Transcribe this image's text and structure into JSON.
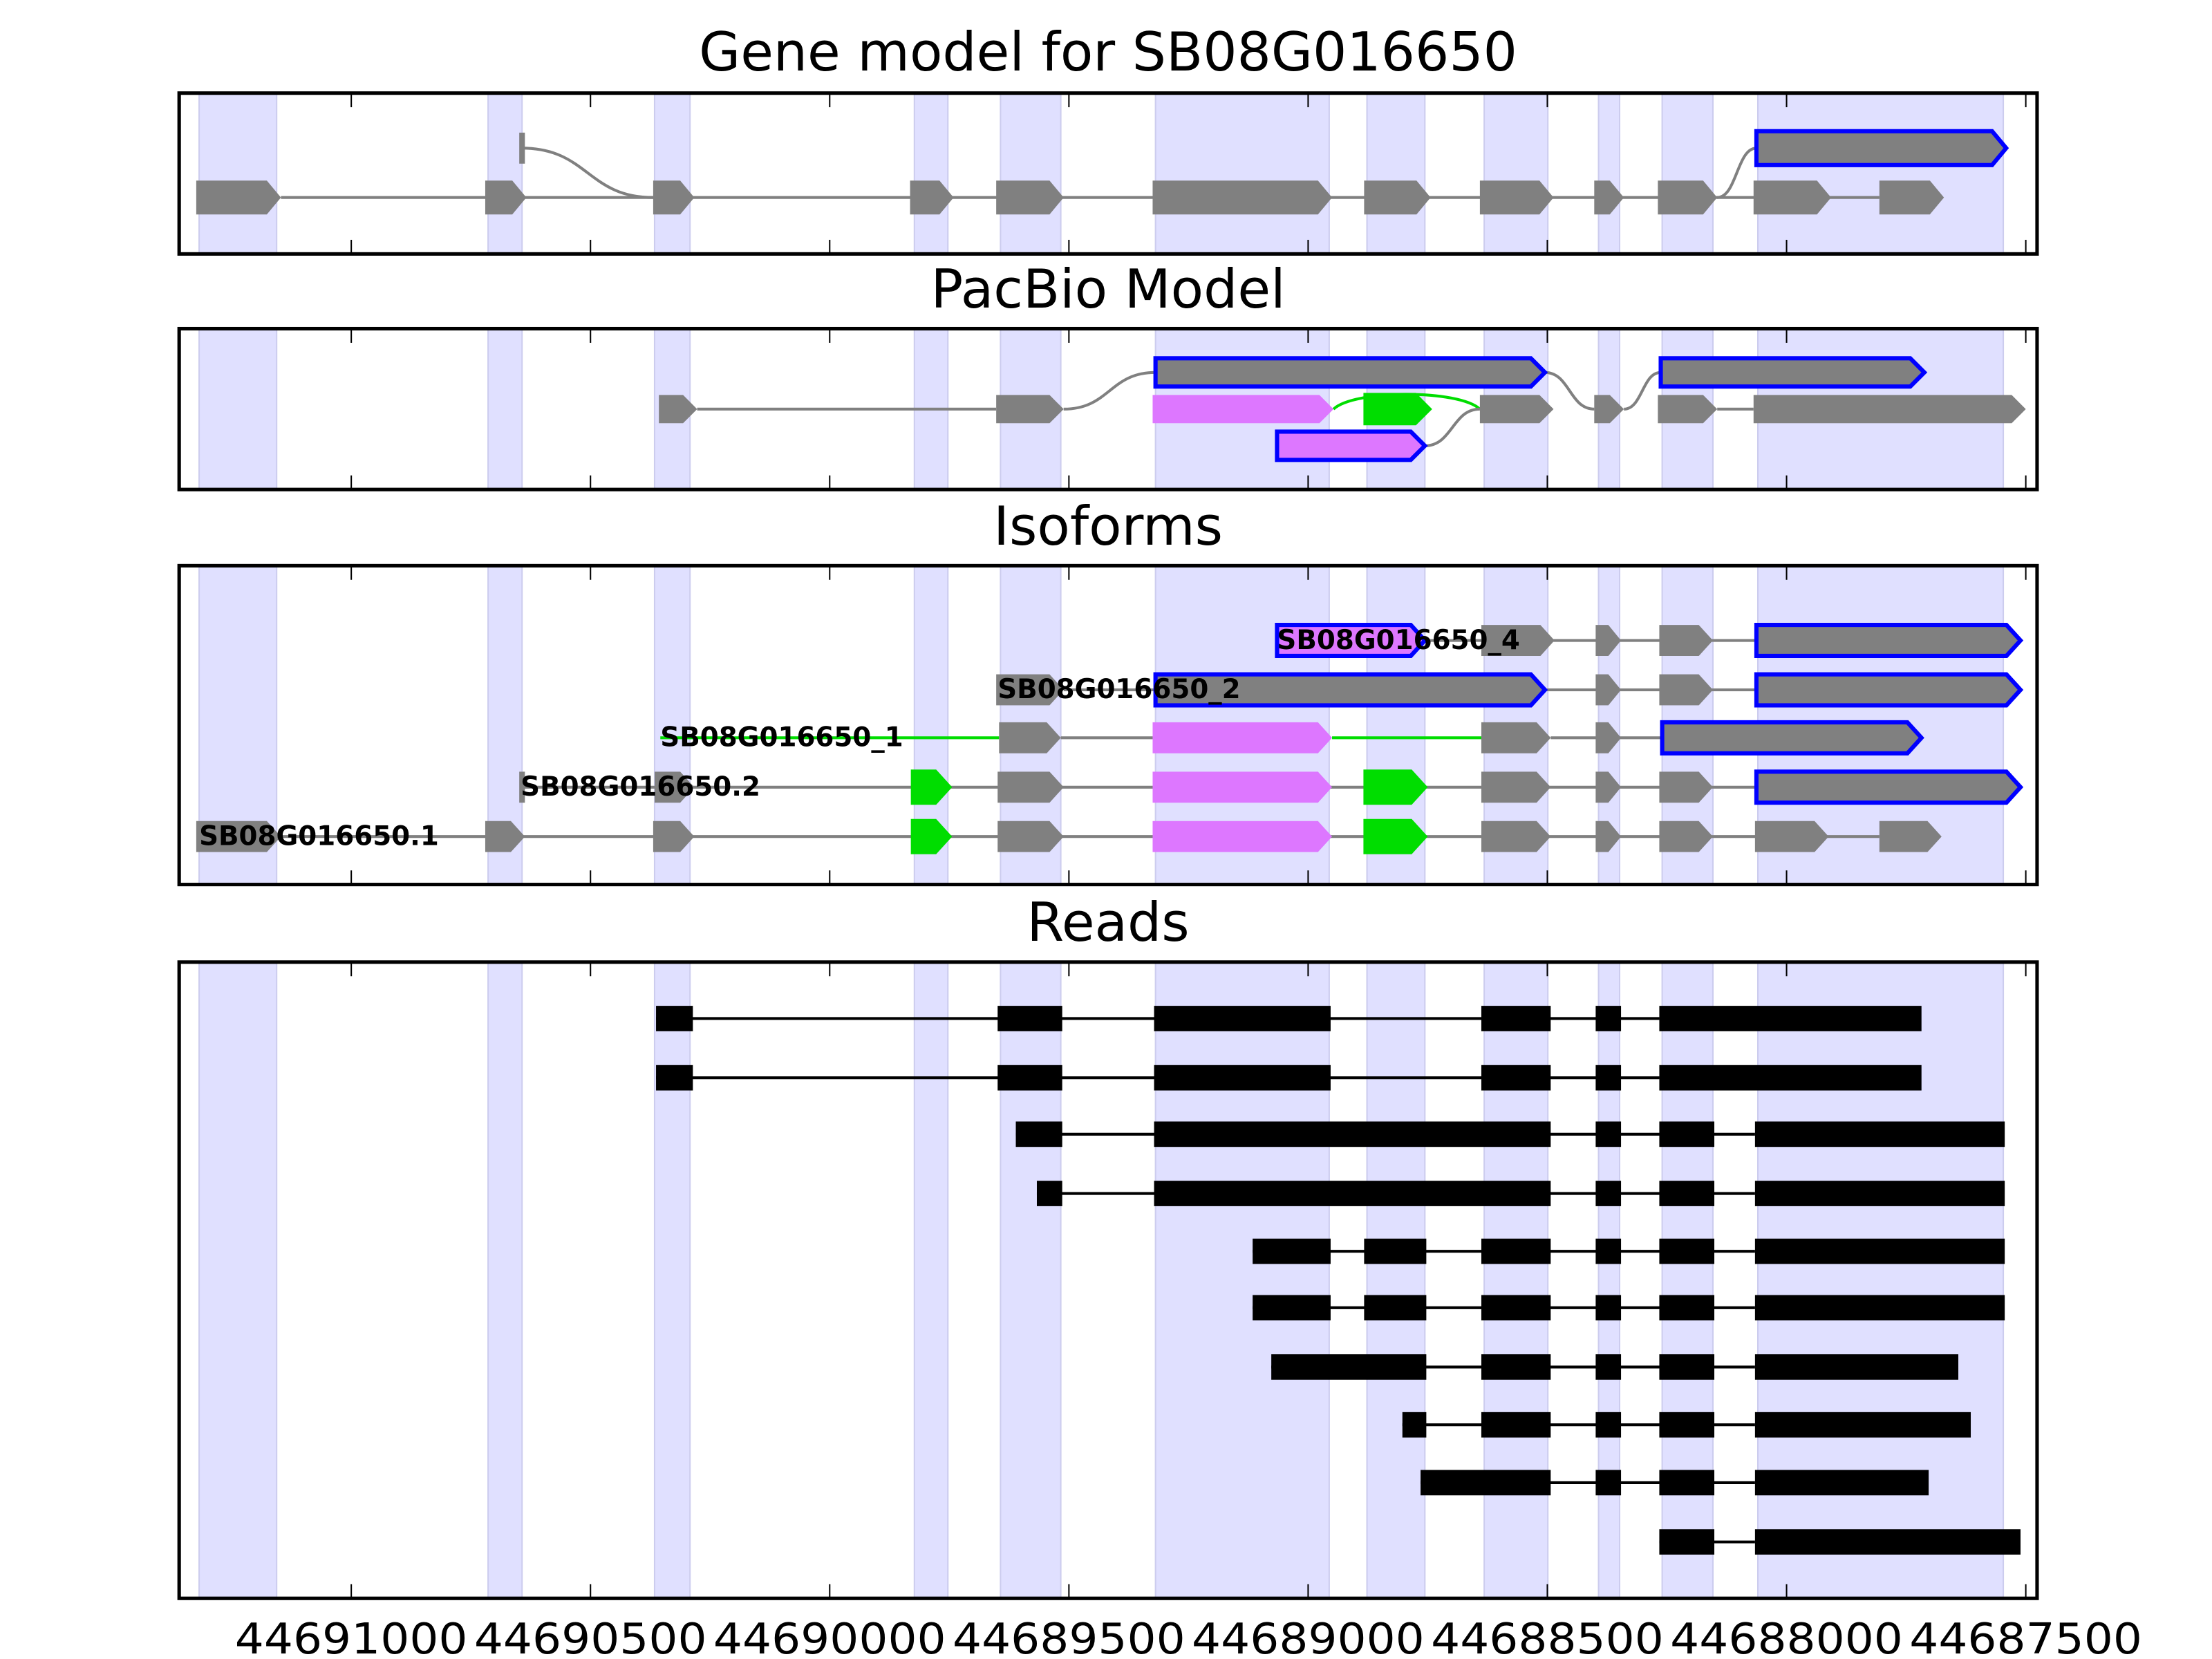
{
  "chart_data": {
    "type": "gene-track",
    "xlim": [
      44691360,
      44687460
    ],
    "x_ticks": [
      44691000,
      44690500,
      44690000,
      44689500,
      44689000,
      44688500,
      44688000,
      44687500
    ],
    "x_tick_labels": [
      "44691000",
      "44690500",
      "44690000",
      "44689500",
      "44689000",
      "44688500",
      "44688000",
      "44687500"
    ],
    "colors": {
      "shade": "#e0e0ff",
      "gray": "#808080",
      "blue": "#0000ff",
      "pink": "#dd77ff",
      "green": "#00dd00",
      "black": "#000000"
    },
    "shaded_regions": [
      [
        44691318,
        44691156
      ],
      [
        44690714,
        44690643
      ],
      [
        44690366,
        44690292
      ],
      [
        44689823,
        44689753
      ],
      [
        44689643,
        44689517
      ],
      [
        44689319,
        44688956
      ],
      [
        44688877,
        44688756
      ],
      [
        44688632,
        44688499
      ],
      [
        44688393,
        44688349
      ],
      [
        44688260,
        44688154
      ],
      [
        44688060,
        44687547
      ]
    ],
    "panels": [
      {
        "title": "Gene model for SB08G016650",
        "lanes": 2,
        "features": [
          {
            "lane": 1,
            "s": 44691324,
            "e": 44691147,
            "style": "gray"
          },
          {
            "lane": 1,
            "s": 44690720,
            "e": 44690634,
            "style": "gray"
          },
          {
            "lane": 1,
            "s": 44690369,
            "e": 44690283,
            "style": "gray"
          },
          {
            "lane": 1,
            "s": 44689832,
            "e": 44689741,
            "style": "gray"
          },
          {
            "lane": 1,
            "s": 44689652,
            "e": 44689511,
            "style": "gray"
          },
          {
            "lane": 1,
            "s": 44689325,
            "e": 44688950,
            "style": "gray"
          },
          {
            "lane": 1,
            "s": 44688883,
            "e": 44688744,
            "style": "gray"
          },
          {
            "lane": 1,
            "s": 44688641,
            "e": 44688487,
            "style": "gray"
          },
          {
            "lane": 1,
            "s": 44688402,
            "e": 44688340,
            "style": "gray"
          },
          {
            "lane": 1,
            "s": 44688269,
            "e": 44688145,
            "style": "gray"
          },
          {
            "lane": 1,
            "s": 44688069,
            "e": 44687907,
            "style": "gray"
          },
          {
            "lane": 1,
            "s": 44687806,
            "e": 44687671,
            "style": "gray"
          },
          {
            "lane": 0,
            "s": 44688063,
            "e": 44687541,
            "style": "blue"
          }
        ],
        "connectors": [
          {
            "l1": 1,
            "g1": 44691147,
            "l2": 1,
            "g2": 44687806,
            "color": "gray"
          },
          {
            "l1": 0,
            "g1": 44690643,
            "l2": 1,
            "g2": 44690369,
            "color": "gray"
          },
          {
            "l1": 1,
            "g1": 44688145,
            "l2": 0,
            "g2": 44688063,
            "color": "gray"
          }
        ],
        "ticks": [
          {
            "lane": 0,
            "g": 44690643
          }
        ],
        "labels": []
      },
      {
        "title": "PacBio Model",
        "lanes": 3,
        "features": [
          {
            "lane": 1,
            "s": 44690357,
            "e": 44690277,
            "style": "gray"
          },
          {
            "lane": 1,
            "s": 44689652,
            "e": 44689511,
            "style": "gray"
          },
          {
            "lane": 0,
            "s": 44689319,
            "e": 44688505,
            "style": "blue"
          },
          {
            "lane": 1,
            "s": 44689325,
            "e": 44688947,
            "style": "pink"
          },
          {
            "lane": 1,
            "s": 44688880,
            "e": 44688747,
            "style": "green"
          },
          {
            "lane": 1,
            "s": 44688641,
            "e": 44688487,
            "style": "gray"
          },
          {
            "lane": 1,
            "s": 44688402,
            "e": 44688340,
            "style": "gray"
          },
          {
            "lane": 0,
            "s": 44688263,
            "e": 44687712,
            "style": "blue"
          },
          {
            "lane": 1,
            "s": 44688269,
            "e": 44688145,
            "style": "gray"
          },
          {
            "lane": 1,
            "s": 44688069,
            "e": 44687500,
            "style": "gray"
          },
          {
            "lane": 2,
            "s": 44689065,
            "e": 44688756,
            "style": "pinkblue"
          }
        ],
        "connectors": [
          {
            "l1": 1,
            "g1": 44690277,
            "l2": 1,
            "g2": 44689652,
            "color": "gray"
          },
          {
            "l1": 1,
            "g1": 44689511,
            "l2": 0,
            "g2": 44689319,
            "color": "gray"
          },
          {
            "l1": 0,
            "g1": 44688505,
            "l2": 1,
            "g2": 44688402,
            "color": "gray"
          },
          {
            "l1": 1,
            "g1": 44688340,
            "l2": 0,
            "g2": 44688263,
            "color": "gray"
          },
          {
            "l1": 1,
            "g1": 44688145,
            "l2": 1,
            "g2": 44688069,
            "color": "gray"
          },
          {
            "l1": 1,
            "g1": 44688947,
            "l2": 1,
            "g2": 44688641,
            "color": "green",
            "arch": true
          },
          {
            "l1": 2,
            "g1": 44688756,
            "l2": 1,
            "g2": 44688641,
            "color": "gray"
          }
        ],
        "ticks": [],
        "labels": []
      },
      {
        "title": "Isoforms",
        "lanes": 5,
        "features": [
          {
            "lane": 0,
            "s": 44689065,
            "e": 44688756,
            "style": "pinkblue"
          },
          {
            "lane": 0,
            "s": 44688638,
            "e": 44688485,
            "style": "gray"
          },
          {
            "lane": 0,
            "s": 44688399,
            "e": 44688346,
            "style": "gray"
          },
          {
            "lane": 0,
            "s": 44688266,
            "e": 44688154,
            "style": "gray"
          },
          {
            "lane": 0,
            "s": 44688063,
            "e": 44687511,
            "style": "blue"
          },
          {
            "lane": 1,
            "s": 44689652,
            "e": 44689511,
            "style": "gray"
          },
          {
            "lane": 1,
            "s": 44689319,
            "e": 44688505,
            "style": "blue"
          },
          {
            "lane": 1,
            "s": 44688399,
            "e": 44688346,
            "style": "gray"
          },
          {
            "lane": 1,
            "s": 44688266,
            "e": 44688154,
            "style": "gray"
          },
          {
            "lane": 1,
            "s": 44688063,
            "e": 44687511,
            "style": "blue"
          },
          {
            "lane": 2,
            "s": 44689646,
            "e": 44689517,
            "style": "gray"
          },
          {
            "lane": 2,
            "s": 44689325,
            "e": 44688950,
            "style": "pink"
          },
          {
            "lane": 2,
            "s": 44688638,
            "e": 44688493,
            "style": "gray"
          },
          {
            "lane": 2,
            "s": 44688399,
            "e": 44688346,
            "style": "gray"
          },
          {
            "lane": 2,
            "s": 44688260,
            "e": 44687718,
            "style": "blue"
          },
          {
            "lane": 3,
            "s": 44690366,
            "e": 44690283,
            "style": "gray"
          },
          {
            "lane": 3,
            "s": 44689826,
            "e": 44689750,
            "style": "green"
          },
          {
            "lane": 3,
            "s": 44689649,
            "e": 44689511,
            "style": "gray"
          },
          {
            "lane": 3,
            "s": 44689325,
            "e": 44688950,
            "style": "pink"
          },
          {
            "lane": 3,
            "s": 44688880,
            "e": 44688756,
            "style": "green"
          },
          {
            "lane": 3,
            "s": 44688638,
            "e": 44688493,
            "style": "gray"
          },
          {
            "lane": 3,
            "s": 44688399,
            "e": 44688346,
            "style": "gray"
          },
          {
            "lane": 3,
            "s": 44688266,
            "e": 44688154,
            "style": "gray"
          },
          {
            "lane": 3,
            "s": 44688063,
            "e": 44687511,
            "style": "blue"
          },
          {
            "lane": 4,
            "s": 44691324,
            "e": 44691147,
            "style": "gray"
          },
          {
            "lane": 4,
            "s": 44690720,
            "e": 44690637,
            "style": "gray"
          },
          {
            "lane": 4,
            "s": 44690369,
            "e": 44690283,
            "style": "gray"
          },
          {
            "lane": 4,
            "s": 44689826,
            "e": 44689750,
            "style": "green"
          },
          {
            "lane": 4,
            "s": 44689649,
            "e": 44689511,
            "style": "gray"
          },
          {
            "lane": 4,
            "s": 44689325,
            "e": 44688950,
            "style": "pink"
          },
          {
            "lane": 4,
            "s": 44688880,
            "e": 44688756,
            "style": "green"
          },
          {
            "lane": 4,
            "s": 44688638,
            "e": 44688493,
            "style": "gray"
          },
          {
            "lane": 4,
            "s": 44688399,
            "e": 44688346,
            "style": "gray"
          },
          {
            "lane": 4,
            "s": 44688266,
            "e": 44688154,
            "style": "gray"
          },
          {
            "lane": 4,
            "s": 44688066,
            "e": 44687912,
            "style": "gray"
          },
          {
            "lane": 4,
            "s": 44687806,
            "e": 44687676,
            "style": "gray"
          }
        ],
        "connectors": [
          {
            "l1": 0,
            "g1": 44688756,
            "l2": 0,
            "g2": 44688063,
            "color": "gray"
          },
          {
            "l1": 1,
            "g1": 44689511,
            "l2": 1,
            "g2": 44688063,
            "color": "gray"
          },
          {
            "l1": 2,
            "g1": 44690354,
            "l2": 2,
            "g2": 44689646,
            "color": "green"
          },
          {
            "l1": 2,
            "g1": 44689517,
            "l2": 2,
            "g2": 44689325,
            "color": "gray"
          },
          {
            "l1": 2,
            "g1": 44688950,
            "l2": 2,
            "g2": 44688638,
            "color": "green"
          },
          {
            "l1": 2,
            "g1": 44688493,
            "l2": 2,
            "g2": 44688260,
            "color": "gray"
          },
          {
            "l1": 3,
            "g1": 44690643,
            "l2": 3,
            "g2": 44688063,
            "color": "gray"
          },
          {
            "l1": 4,
            "g1": 44691147,
            "l2": 4,
            "g2": 44687806,
            "color": "gray"
          }
        ],
        "ticks": [
          {
            "lane": 3,
            "g": 44690643
          }
        ],
        "labels": [
          {
            "lane": 0,
            "g": 44689065,
            "text": "SB08G016650_4"
          },
          {
            "lane": 1,
            "g": 44689649,
            "text": "SB08G016650_2"
          },
          {
            "lane": 2,
            "g": 44690354,
            "text": "SB08G016650_1"
          },
          {
            "lane": 3,
            "g": 44690646,
            "text": "SB08G016650.2"
          },
          {
            "lane": 4,
            "g": 44691318,
            "text": "SB08G016650.1"
          }
        ]
      },
      {
        "title": "Reads",
        "reads": [
          [
            [
              44690363,
              44690286
            ],
            [
              44689649,
              44689514
            ],
            [
              44689322,
              44688953
            ],
            [
              44688638,
              44688493
            ],
            [
              44688399,
              44688346
            ],
            [
              44688266,
              44687718
            ]
          ],
          [
            [
              44690363,
              44690286
            ],
            [
              44689649,
              44689514
            ],
            [
              44689322,
              44688953
            ],
            [
              44688638,
              44688493
            ],
            [
              44688399,
              44688346
            ],
            [
              44688266,
              44687718
            ]
          ],
          [
            [
              44689611,
              44689514
            ],
            [
              44689322,
              44688493
            ],
            [
              44688399,
              44688346
            ],
            [
              44688266,
              44688151
            ],
            [
              44688066,
              44687544
            ]
          ],
          [
            [
              44689567,
              44689514
            ],
            [
              44689322,
              44688493
            ],
            [
              44688399,
              44688346
            ],
            [
              44688266,
              44688151
            ],
            [
              44688066,
              44687544
            ]
          ],
          [
            [
              44689116,
              44688953
            ],
            [
              44688883,
              44688753
            ],
            [
              44688638,
              44688493
            ],
            [
              44688399,
              44688346
            ],
            [
              44688266,
              44688151
            ],
            [
              44688066,
              44687544
            ]
          ],
          [
            [
              44689116,
              44688953
            ],
            [
              44688883,
              44688753
            ],
            [
              44688638,
              44688493
            ],
            [
              44688399,
              44688346
            ],
            [
              44688266,
              44688151
            ],
            [
              44688066,
              44687544
            ]
          ],
          [
            [
              44689077,
              44688753
            ],
            [
              44688638,
              44688493
            ],
            [
              44688399,
              44688346
            ],
            [
              44688266,
              44688151
            ],
            [
              44688066,
              44687641
            ]
          ],
          [
            [
              44688803,
              44688753
            ],
            [
              44688638,
              44688493
            ],
            [
              44688399,
              44688346
            ],
            [
              44688266,
              44688151
            ],
            [
              44688066,
              44687615
            ]
          ],
          [
            [
              44688765,
              44688493
            ],
            [
              44688399,
              44688346
            ],
            [
              44688266,
              44688151
            ],
            [
              44688066,
              44687703
            ]
          ],
          [
            [
              44688266,
              44688151
            ],
            [
              44688066,
              44687511
            ]
          ]
        ]
      }
    ]
  }
}
